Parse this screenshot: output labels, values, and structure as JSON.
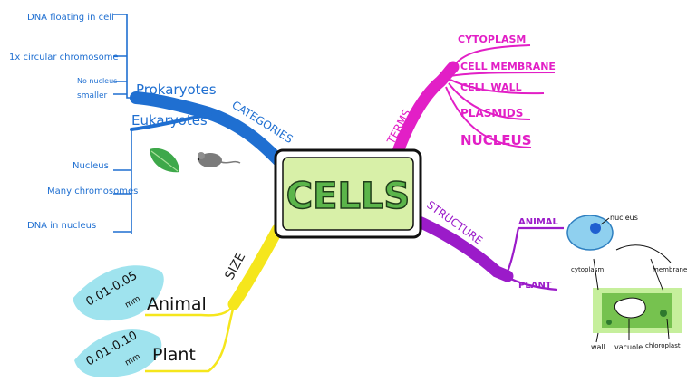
{
  "center": {
    "title": "CELLS"
  },
  "categories": {
    "label": "CATEGORIES",
    "prokaryotes": {
      "label": "Prokaryotes",
      "facts": [
        "DNA floating in cell",
        "1x circular chromosome",
        "No nucleus",
        "smaller"
      ]
    },
    "eukaryotes": {
      "label": "Eukaryotes",
      "facts": [
        "Nucleus",
        "Many chromosomes",
        "DNA in nucleus"
      ]
    }
  },
  "terms": {
    "label": "TERMS",
    "items": [
      "CYTOPLASM",
      "CELL MEMBRANE",
      "CELL WALL",
      "PLASMIDS",
      "NUCLEUS"
    ]
  },
  "structure": {
    "label": "STRUCTURE",
    "animal": {
      "label": "ANIMAL",
      "parts": [
        "nucleus"
      ]
    },
    "plant": {
      "label": "PLANT",
      "parts": [
        "cytoplasm",
        "membrane",
        "wall",
        "vacuole",
        "chloroplast"
      ]
    }
  },
  "size": {
    "label": "SIZE",
    "animal": {
      "label": "Animal",
      "range": "0.01-0.05",
      "unit": "mm"
    },
    "plant": {
      "label": "Plant",
      "range": "0.01-0.10",
      "unit": "mm"
    }
  },
  "colors": {
    "categories": "#1f6fd1",
    "terms": "#e21fc6",
    "structure": "#9b1bc9",
    "size": "#f5e61c",
    "center_fill": "#d8f0a8",
    "center_text": "#5bb54a",
    "size_badge": "#9fe3ee"
  }
}
